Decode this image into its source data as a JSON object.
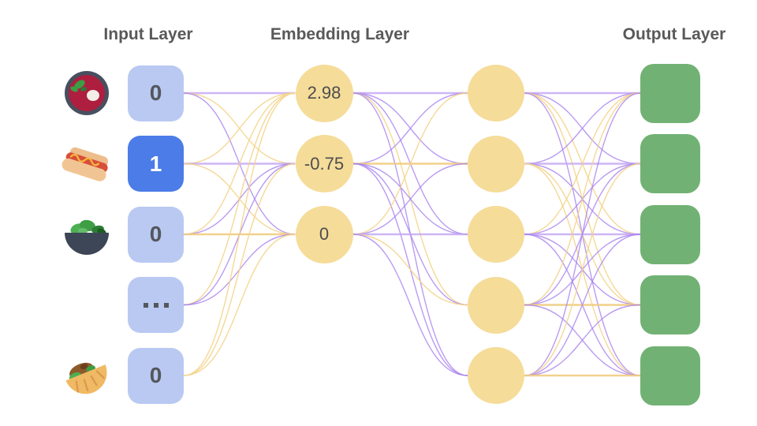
{
  "titles": {
    "input": "Input Layer",
    "embedding": "Embedding Layer",
    "output": "Output Layer"
  },
  "colors": {
    "background": "#ffffff",
    "title_text": "#595959",
    "input_node_bg": "#b9c9f2",
    "input_node_active_bg": "#4b7ce8",
    "input_value_text": "#54575c",
    "input_active_value_text": "#ffffff",
    "embedding_node_bg": "#f5dc99",
    "embedding_value_text": "#4d4d4d",
    "hidden_node_bg": "#f5dc99",
    "output_node_bg": "#71b274",
    "edge_purple": "#a782ef",
    "edge_purple_straight": "#c2a4f4",
    "edge_yellow": "#f4d48c",
    "edge_yellow_straight": "#f0cc80"
  },
  "layers": {
    "input": {
      "nodes": [
        {
          "value": "0",
          "icon": "pot-of-food",
          "active": false
        },
        {
          "value": "1",
          "icon": "hot-dog",
          "active": true
        },
        {
          "value": "0",
          "icon": "green-salad",
          "active": false
        },
        {
          "value": "…",
          "icon": null,
          "active": false
        },
        {
          "value": "0",
          "icon": "stuffed-flatbread",
          "active": false
        }
      ]
    },
    "embedding": {
      "nodes": [
        {
          "value": "2.98"
        },
        {
          "value": "-0.75"
        },
        {
          "value": "0"
        }
      ]
    },
    "hidden": {
      "nodes": [
        {},
        {},
        {},
        {},
        {}
      ]
    },
    "output": {
      "nodes": [
        {},
        {},
        {},
        {},
        {}
      ]
    }
  },
  "edges": {
    "palette": {
      "p": "purple",
      "y": "yellow"
    },
    "input_to_embedding": [
      [
        "p",
        "y",
        "p"
      ],
      [
        "y",
        "p",
        "y"
      ],
      [
        "y",
        "p",
        "y"
      ],
      [
        "y",
        "p",
        "p"
      ],
      [
        "y",
        "y",
        "y"
      ]
    ],
    "embedding_to_hidden": [
      [
        "p",
        "p",
        "p",
        "y",
        "p"
      ],
      [
        "p",
        "y",
        "p",
        "p",
        "p"
      ],
      [
        "y",
        "p",
        "p",
        "y",
        "p"
      ]
    ],
    "hidden_to_output": [
      [
        "p",
        "p",
        "y",
        "y",
        "p"
      ],
      [
        "p",
        "p",
        "p",
        "y",
        "y"
      ],
      [
        "y",
        "p",
        "p",
        "p",
        "p"
      ],
      [
        "y",
        "p",
        "p",
        "y",
        "p"
      ],
      [
        "p",
        "y",
        "p",
        "p",
        "y"
      ]
    ]
  }
}
